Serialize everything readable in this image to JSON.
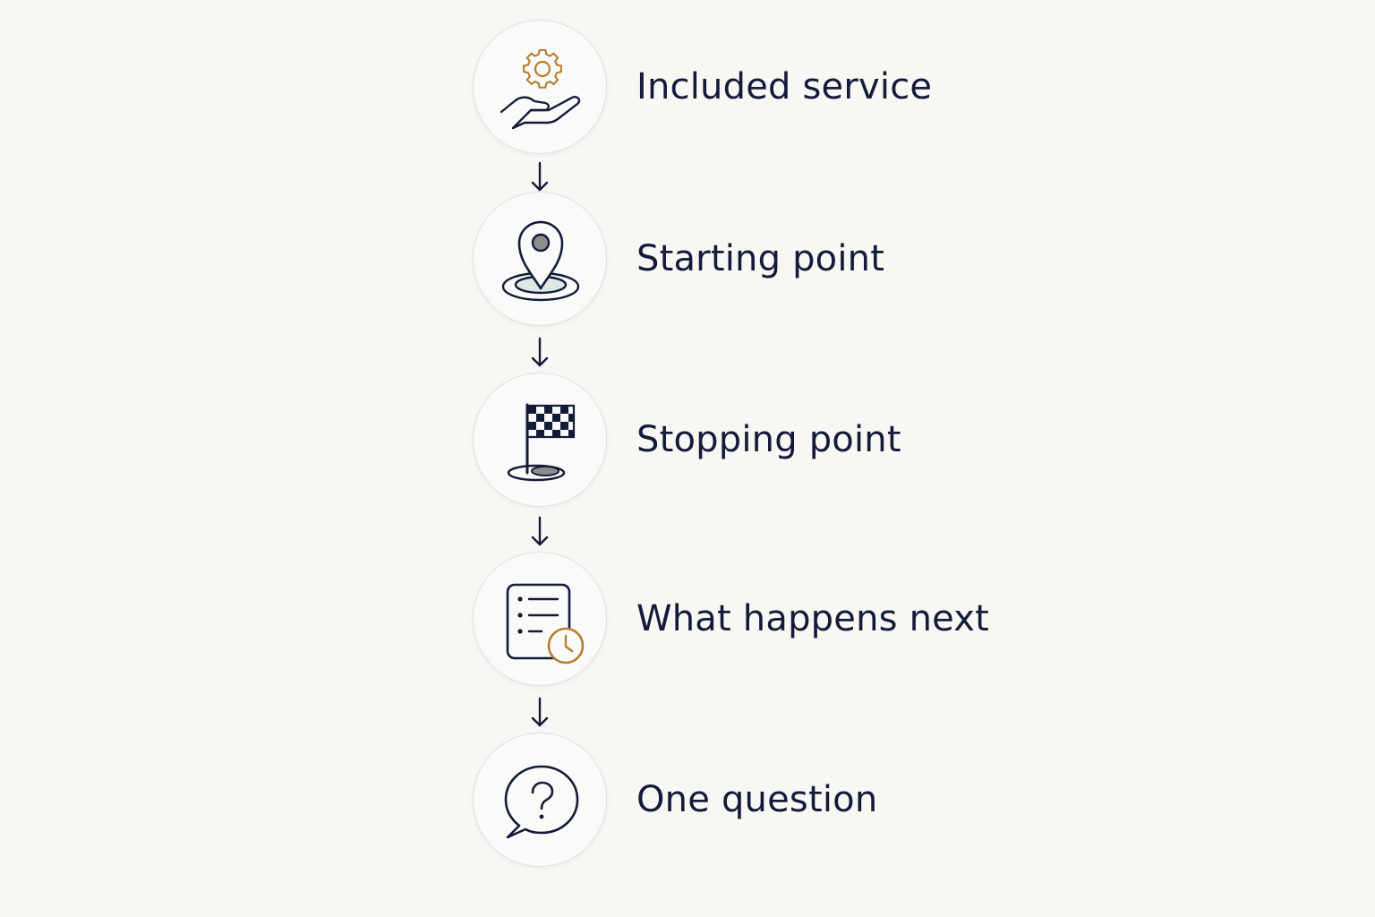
{
  "steps": [
    {
      "label": "Included service",
      "icon": "hand-gear-icon"
    },
    {
      "label": "Starting point",
      "icon": "location-pin-icon"
    },
    {
      "label": "Stopping point",
      "icon": "checkered-flag-icon"
    },
    {
      "label": "What happens next",
      "icon": "checklist-clock-icon"
    },
    {
      "label": "One question",
      "icon": "question-bubble-icon"
    }
  ],
  "colors": {
    "navy": "#131b38",
    "accent": "#b87d2e",
    "background": "#f8f7f4"
  }
}
